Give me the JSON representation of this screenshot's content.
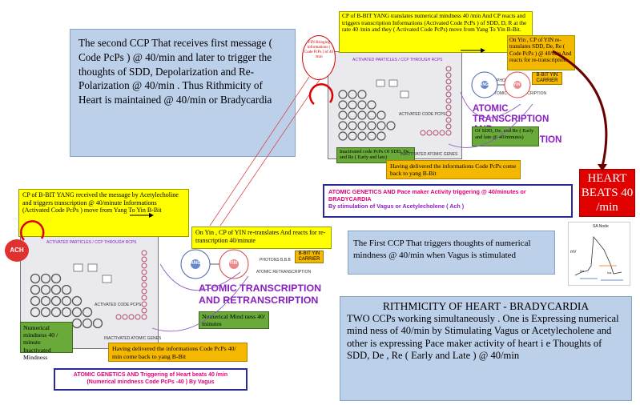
{
  "top_left_box": {
    "text": "The second CCP That  receives first message ( Code PcPs )  @ 40/min and later to trigger the thoughts   of SDD, Depolarization  and Re-Polarization @ 40/min .  Thus Rithmicity of Heart is maintained @ 40/min or Bradycardia"
  },
  "top_diagram": {
    "yellow_note": "CP of B-BIT YANG  translates numerical mindness 40 /min And  CP  reacts and triggers transcription Informations (Activated Code PcPs ) of  SDD, D, R at the rate 40 /min and they ( Activated  Code PcPs) move from Yang To Yin B-Bit.",
    "yin_circle_label": "YIN Bringing informations ( Code PcPs ) of 40 /min",
    "yin_note": "On Yin , CP of YIN re-translates SDD, De, Re ( Code PcPs ) @ 40/min And reacts for re-transcription",
    "carrier": "B-BIT YIN CARRIER",
    "photons": "PHOTONS B.B.B",
    "atomic_retranscription_small": "ATOMIC RETRANSCRIPTION",
    "title": "ATOMIC TRANSCRIPTION AND RETRANSCRIPTION",
    "green_right": "Of SDD, De, and Re ( Early and late @ 40/minutes)",
    "green_left": "Inactivated  code PcPs Of  SDD, De, and Re ( Early and late)",
    "orange": "Having delivered the informations Code PcPs come back to yang B-Bit",
    "caption_line1": "ATOMIC GENETICS AND Pace maker Activity  triggering @ 40/minutes  or BRADYCARDIA",
    "caption_line2": "By stimulation of  Vagus or Acetylecholene  ( Ach )"
  },
  "heart_beats": "HEART BEATS 40 /min",
  "sa_chart": {
    "title": "SA Node",
    "ylabel": "mV",
    "labels": [
      "Na",
      "Ica"
    ]
  },
  "bottom_diagram": {
    "yellow_note": "CP of B-BIT YANG received the message by Acetylecholine and triggers transcription @ 40/minute Informations (Activated  Code PcPs ) move from Yang To Yin B-Bit",
    "ach": "ACH",
    "yin_note": "On Yin ,  CP  of  YIN  re-translates And reacts for  re-transcription 40/minute",
    "carrier": "B-BIT YIN CARRIER",
    "photons": "PHOTONS B.B.B",
    "atomic_retranscription_small": "ATOMIC RETRANSCRIPTION",
    "title": "ATOMIC TRANSCRIPTION AND RETRANSCRIPTION",
    "green_right": "Numerical Mind ness 40/ minutes",
    "green_left": "Numerical mindness 40 / minute Inactivated Mindness",
    "orange": "Having delivered  the informations Code PcPs  40/ min come back to yang B-Bit",
    "caption_line1": "ATOMIC GENETICS AND  Triggering of Heart beats  40 /min",
    "caption_line2": "(Numerical mindness Code PcPs -40 ) By Vagus"
  },
  "first_ccp_box": "The First  CCP That triggers thoughts of numerical mindness  @ 40/min when Vagus is stimulated",
  "rithmicity_box": {
    "title": "RITHMICITY OF HEART - BRADYCARDIA",
    "body": "TWO CCPs working simultaneously . One is Expressing numerical mind ness of  40/min  by Stimulating Vagus or Acetylecholene and other is expressing Pace maker  activity of heart i e  Thoughts  of SDD, De , Re ( Early and Late ) @ 40/min"
  },
  "gene_labels": {
    "yang": "YANG",
    "yin": "YIN",
    "activated": "ACTIVATED CODE PCPS",
    "inactivated": "INACTIVATED ATOMIC GENES",
    "headline": "ACTIVATED PARTICLES / CCP THROUGH RCPS"
  },
  "colors": {
    "blue_box": "#bdd0ea",
    "yellow": "#ffff00",
    "green": "#6aaa3a",
    "orange": "#f5b800",
    "heart_red": "#e00000",
    "title_purple": "#8a1fc0",
    "caption_pink": "#e0007a",
    "frame_blue": "#2a2a9a"
  }
}
